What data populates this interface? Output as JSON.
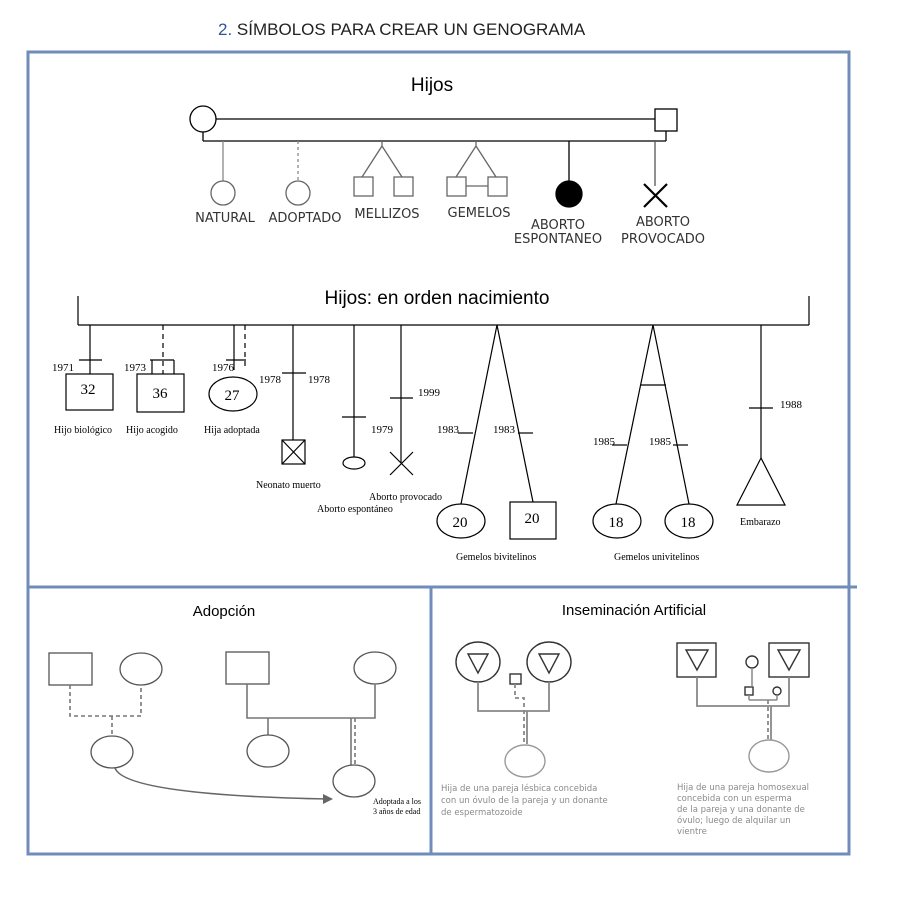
{
  "page": {
    "number": "2.",
    "title": "SÍMBOLOS PARA CREAR UN GENOGRAMA"
  },
  "colors": {
    "frame": "#6f8db8",
    "line": "#000000",
    "grey_line": "#8a8a8a",
    "caption": "#888888"
  },
  "hijos": {
    "title": "Hijos",
    "labels": {
      "natural": "NATURAL",
      "adoptado": "ADOPTADO",
      "mellizos": "MELLIZOS",
      "gemelos": "GEMELOS",
      "aborto_esp_1": "ABORTO",
      "aborto_esp_2": "ESPONTANEO",
      "aborto_prov_1": "ABORTO",
      "aborto_prov_2": "PROVOCADO"
    }
  },
  "orden": {
    "title": "Hijos: en orden  nacimiento",
    "years": {
      "y1971": "1971",
      "y1973": "1973",
      "y1976": "1976",
      "y1978a": "1978",
      "y1978b": "1978",
      "y1979": "1979",
      "y1999": "1999",
      "y1983a": "1983",
      "y1983b": "1983",
      "y1985a": "1985",
      "y1985b": "1985",
      "y1988": "1988"
    },
    "ages": {
      "biologico": "32",
      "acogido": "36",
      "adoptada": "27",
      "bivitelino_1": "20",
      "bivitelino_2": "20",
      "univitelino_1": "18",
      "univitelino_2": "18"
    },
    "labels": {
      "biologico": "Hijo biológico",
      "acogido": "Hijo acogido",
      "adoptada": "Hija adoptada",
      "neonato": "Neonato muerto",
      "provocado": "Aborto provocado",
      "espontaneo": "Aborto espontáneo",
      "bivitelinos": "Gemelos bivitelinos",
      "univitelinos": "Gemelos univitelinos",
      "embarazo": "Embarazo"
    }
  },
  "adopcion": {
    "title": "Adopción",
    "note_1": "Adoptada a los",
    "note_2": "3 años de edad"
  },
  "inseminacion": {
    "title": "Inseminación Artificial",
    "caption_left": [
      "Hija de una pareja lésbica concebida",
      "con un óvulo de la pareja y un donante",
      "de espermatozoide"
    ],
    "caption_right": [
      "Hija de una pareja homosexual",
      "concebida con un esperma",
      "de la pareja y una donante de",
      "óvulo; luego de alquilar un",
      "vientre"
    ]
  }
}
